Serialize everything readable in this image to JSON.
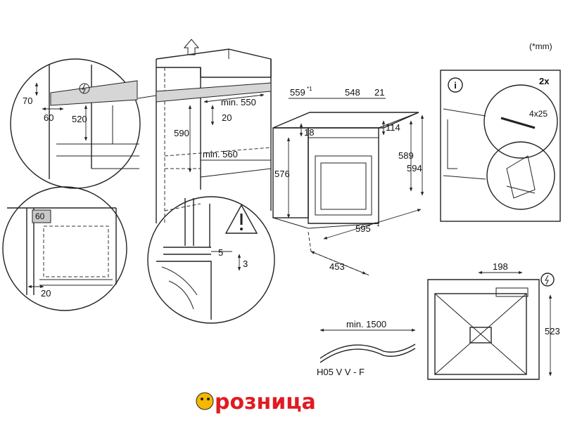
{
  "units_note": "(*mm)",
  "info_icon": "info-icon",
  "screw_count": "2x",
  "screw_size": "4x25",
  "niche": {
    "min_depth": "min. 550",
    "min_width": "min. 560",
    "height": "590",
    "top_gap": "20"
  },
  "oven": {
    "depth_total": "559",
    "depth_total_sup": "*1",
    "depth_body": "548",
    "front_thickness": "21",
    "top_offset": "18",
    "panel_height": "114",
    "body_height": "576",
    "height_589": "589",
    "height_594": "594",
    "width": "595",
    "width_sup": "*1",
    "base_depth": "453"
  },
  "detail_top": {
    "d70": "70",
    "d60": "60",
    "d520": "520"
  },
  "detail_side": {
    "d60": "60",
    "d20": "20"
  },
  "detail_floor": {
    "d5": "5",
    "d3": "3"
  },
  "back_view": {
    "d198": "198",
    "d523": "523"
  },
  "cable": {
    "min_length": "min. 1500",
    "type": "H05 V V - F"
  },
  "brand": {
    "name": "розница",
    "accent": "#e01b22"
  }
}
